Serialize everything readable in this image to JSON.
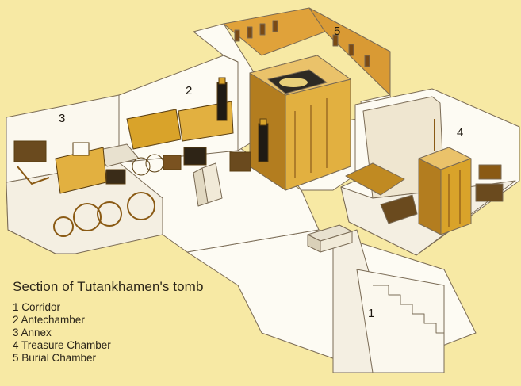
{
  "title": "Section of Tutankhamen's tomb",
  "legend": [
    {
      "number": "1",
      "label": "1 Corridor"
    },
    {
      "number": "2",
      "label": "2 Antechamber"
    },
    {
      "number": "3",
      "label": "3 Annex"
    },
    {
      "number": "4",
      "label": "4 Treasure Chamber"
    },
    {
      "number": "5",
      "label": "5 Burial Chamber"
    }
  ],
  "colors": {
    "background": "#f7e9a4",
    "wall": "#fdfbf3",
    "floor": "#f4efe2",
    "outline": "#7a6b55",
    "gold": "#d9a32a",
    "dark_gold": "#8a5a14",
    "mural": "#e0a23a"
  }
}
